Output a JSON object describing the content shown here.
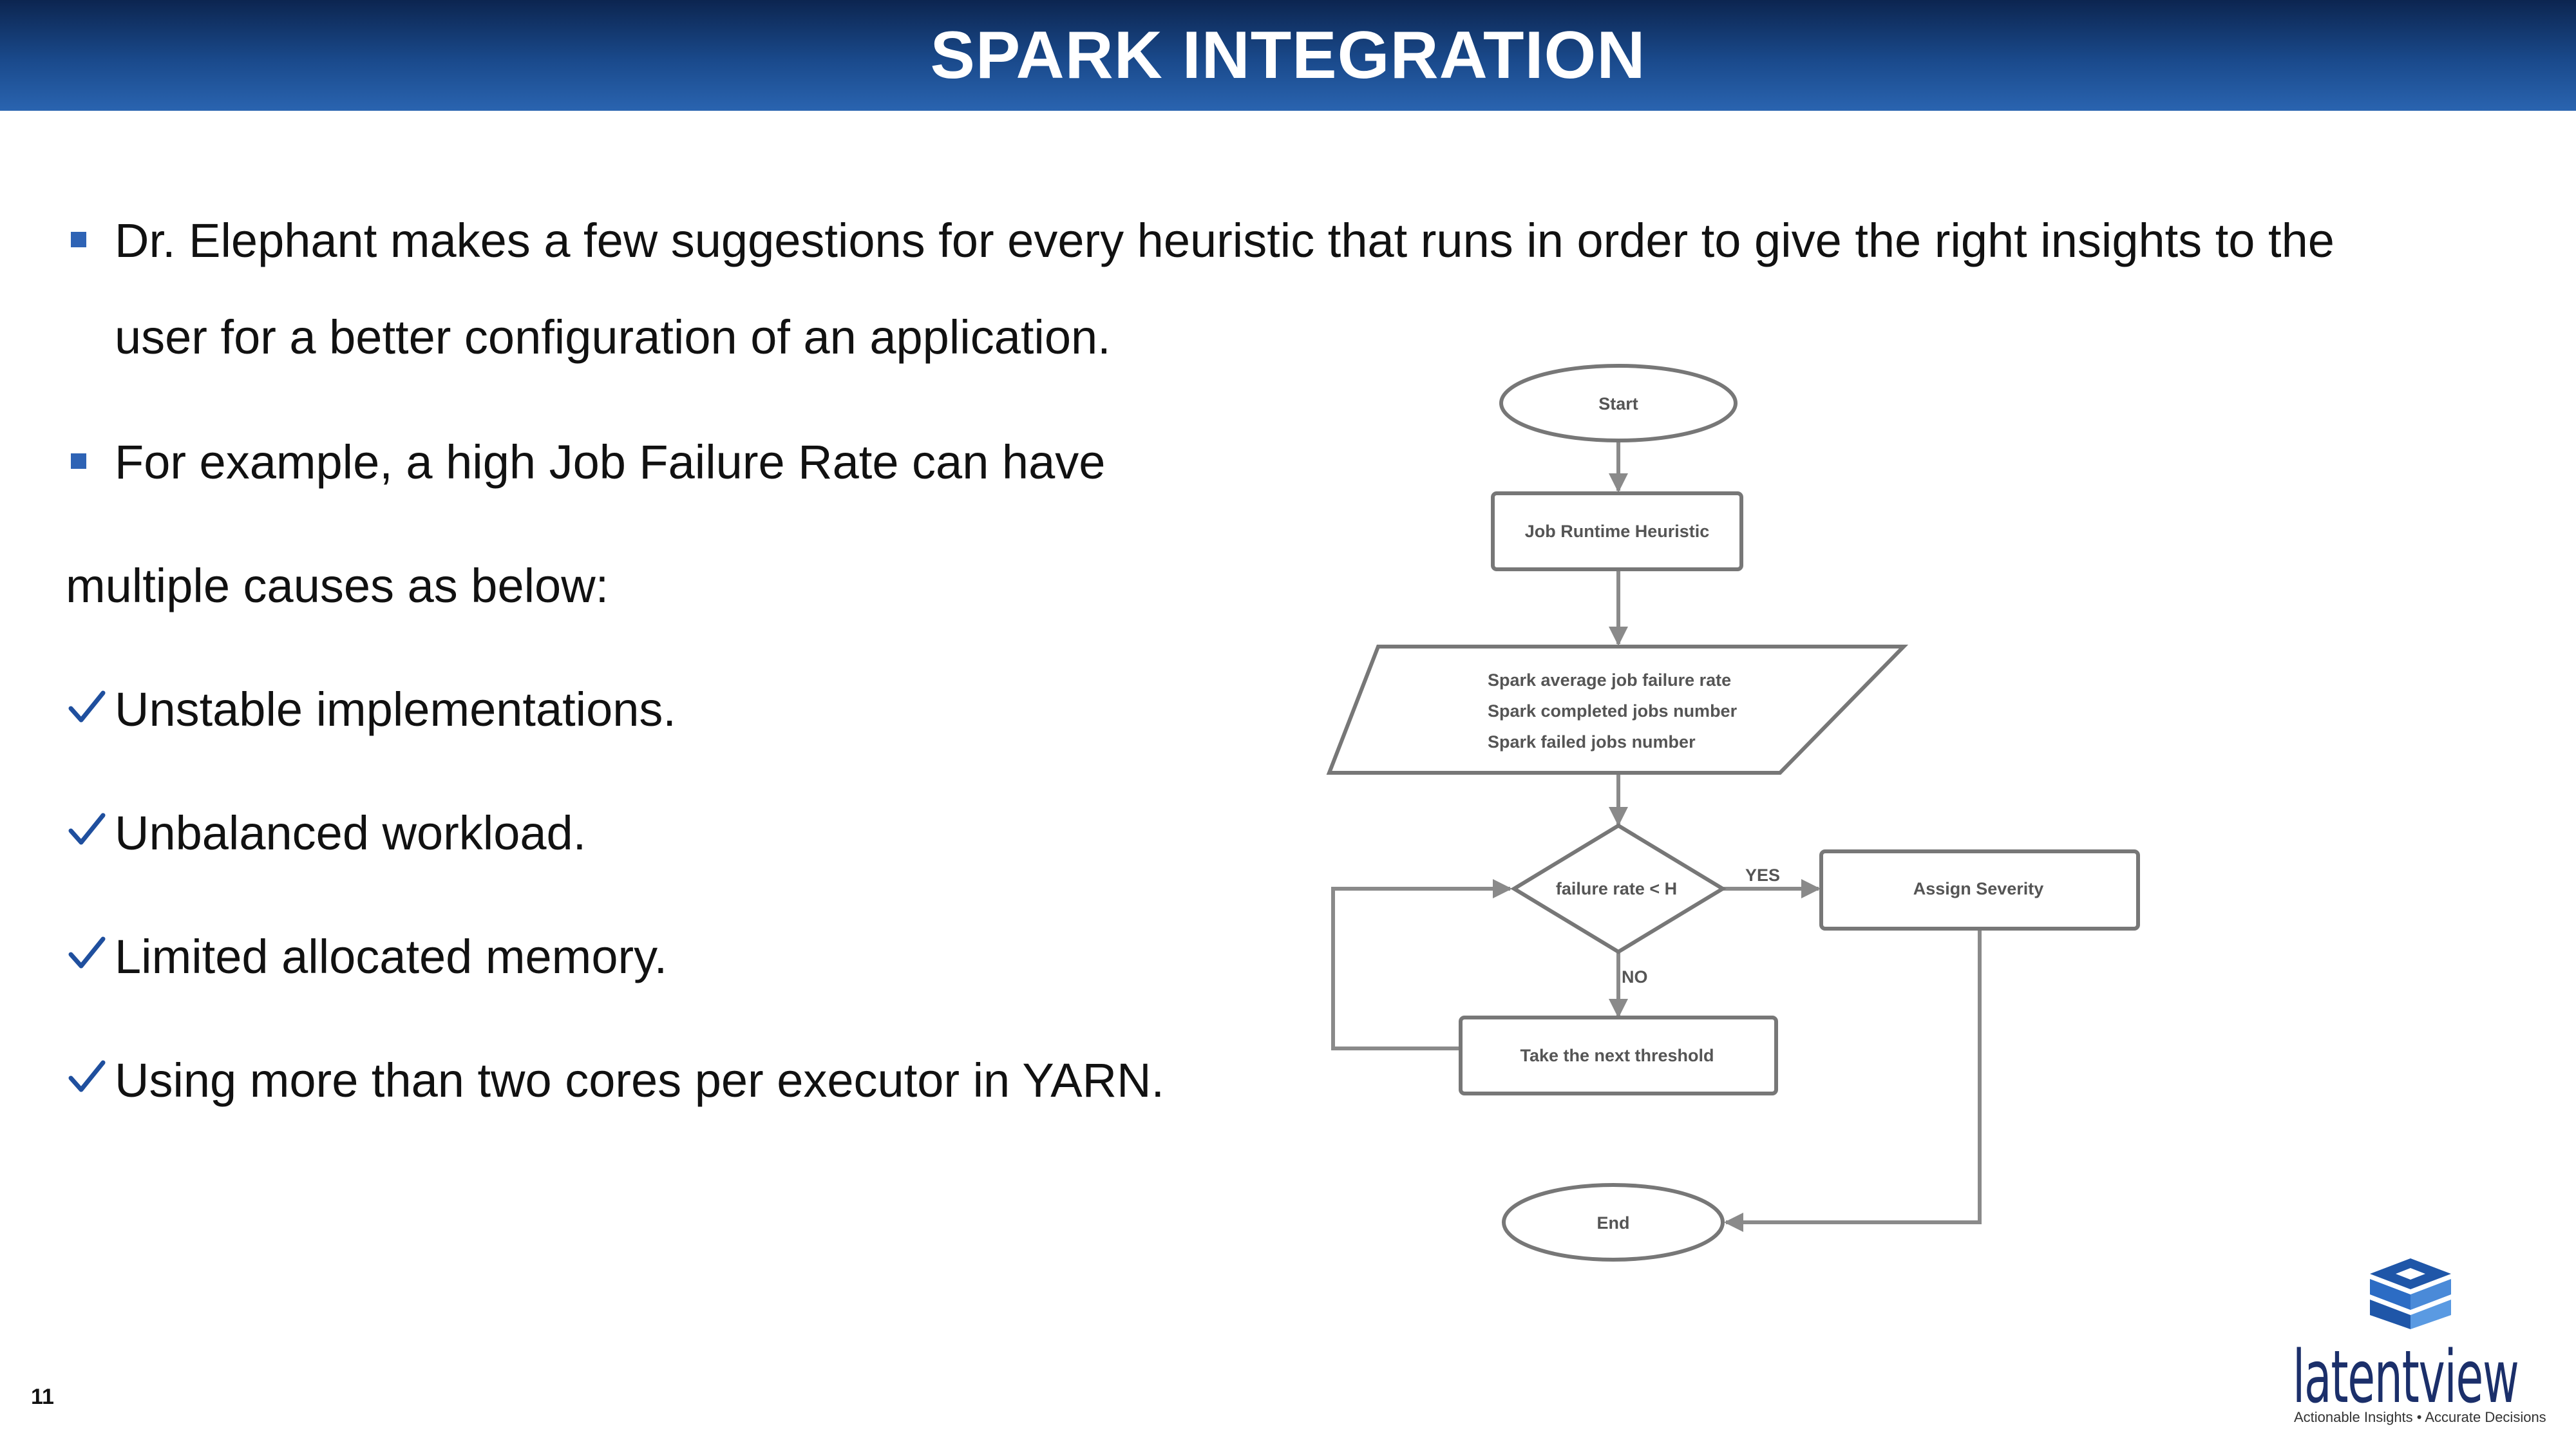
{
  "slide": {
    "title": "SPARK INTEGRATION",
    "page_number": "11"
  },
  "content": {
    "bullet1_line1": "Dr. Elephant makes a few suggestions for every heuristic that runs in order to give the right insights to the",
    "bullet1_line2": "user for a better configuration of an application.",
    "bullet2_line1": "For example, a high Job Failure Rate can have",
    "bullet2_line2": "multiple causes as below:",
    "causes": [
      "Unstable implementations.",
      "Unbalanced workload.",
      "Limited allocated memory.",
      "Using more than two cores per executor in YARN."
    ]
  },
  "flowchart": {
    "start": "Start",
    "heuristic": "Job Runtime Heuristic",
    "inputs": [
      "Spark average job failure rate",
      "Spark completed jobs number",
      "Spark failed jobs number"
    ],
    "decision": "failure rate < H",
    "yes_label": "YES",
    "no_label": "NO",
    "assign": "Assign Severity",
    "next": "Take the next threshold",
    "end": "End"
  },
  "logo": {
    "name": "latentview",
    "tagline": "Actionable Insights • Accurate Decisions"
  },
  "colors": {
    "header_dark": "#0c2550",
    "header_light": "#2a64b0",
    "bullet": "#2e63b5",
    "check": "#1f4f9e"
  }
}
